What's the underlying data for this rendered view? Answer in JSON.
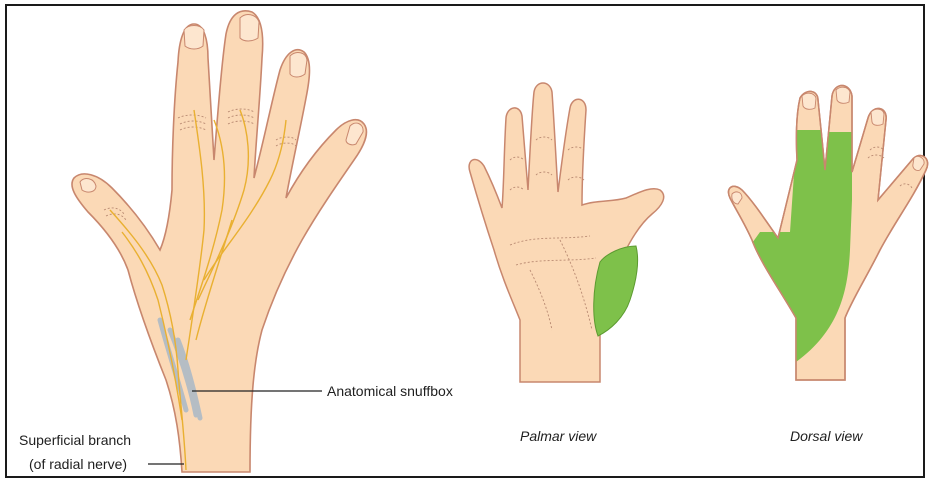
{
  "colors": {
    "skin": "#fbd9b6",
    "skin_outline": "#c8876e",
    "crease": "#b98a72",
    "nerve": "#e9b031",
    "tendon": "#a9b9c7",
    "sensory_area": "#7ec14a",
    "leader_line": "#222222",
    "border": "#1a1a1a"
  },
  "labels": {
    "anatomical_snuffbox": "Anatomical snuffbox",
    "superficial_branch_line1": "Superficial branch",
    "superficial_branch_line2": "(of radial nerve)"
  },
  "captions": {
    "palmar": "Palmar view",
    "dorsal": "Dorsal view"
  }
}
